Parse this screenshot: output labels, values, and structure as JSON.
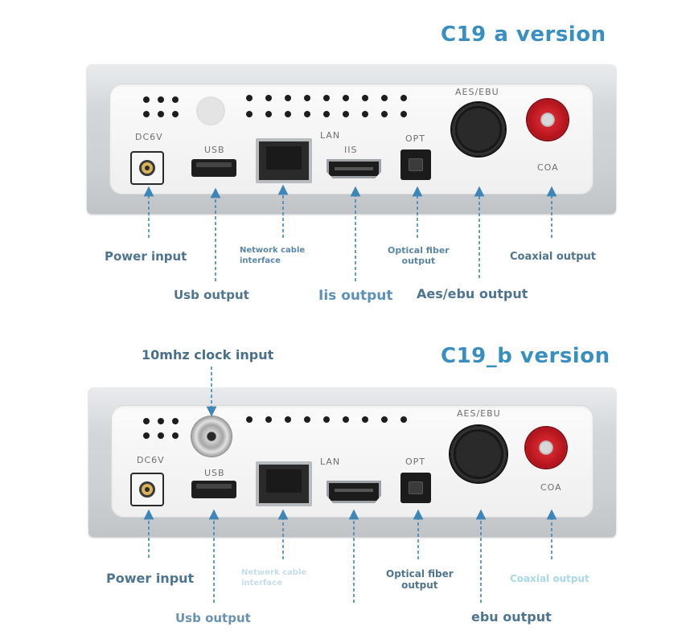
{
  "version_a": {
    "title": "C19  a version",
    "panel_print": {
      "aes": "AES/EBU",
      "dc": "DC6V",
      "usb": "USB",
      "lan": "LAN",
      "iis": "IIS",
      "opt": "OPT",
      "coa": "COA"
    },
    "labels": {
      "power": "Power input",
      "usb": "Usb output",
      "network_line1": "Network cable",
      "network_line2": "interface",
      "iis": "Iis output",
      "optical_line1": "Optical fiber",
      "optical_line2": "output",
      "aes": "Aes/ebu output",
      "coaxial": "Coaxial output"
    }
  },
  "version_b": {
    "title": "C19_b version",
    "clock_label": "10mhz clock input",
    "panel_print": {
      "aes": "AES/EBU",
      "dc": "DC6V",
      "usb": "USB",
      "lan": "LAN",
      "opt": "OPT",
      "coa": "COA"
    },
    "labels": {
      "power": "Power input",
      "usb": "Usb output",
      "network_line1": "Network cable",
      "network_line2": "interface",
      "optical_line1": "Optical fiber",
      "optical_line2": "output",
      "coaxial": "Coaxial output",
      "aes": "ebu output"
    }
  },
  "colors": {
    "title": "#3a8fc1",
    "label": "#4f7490",
    "arrow": "#3f86b8",
    "rca_red": "#c8202a"
  }
}
